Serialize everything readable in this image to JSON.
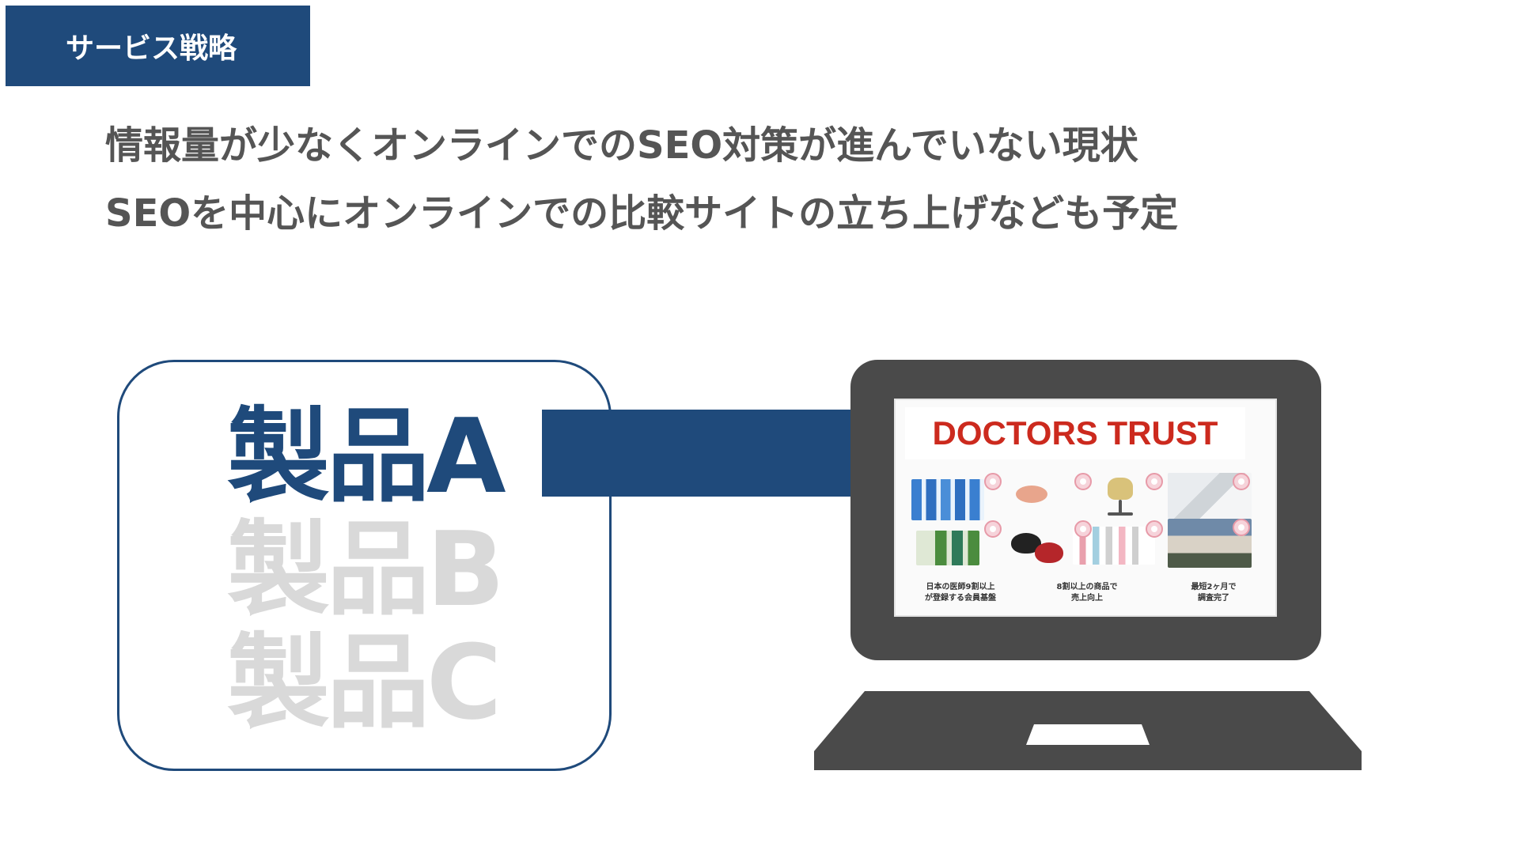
{
  "header": {
    "section_label": "サービス戦略"
  },
  "headline": {
    "line1": "情報量が少なくオンラインでのSEO対策が進んでいない現状",
    "line2": "SEOを中心にオンラインでの比較サイトの立ち上げなども予定"
  },
  "products": [
    {
      "label": "製品A",
      "color": "#1f4a7b"
    },
    {
      "label": "製品B",
      "color": "#d9d9d9"
    },
    {
      "label": "製品C",
      "color": "#d9d9d9"
    }
  ],
  "screen": {
    "brand": "DOCTORS TRUST",
    "brand_color": "#cc2a1e",
    "stats": [
      {
        "line1": "日本の医師9割以上",
        "line2": "が登録する会員基盤"
      },
      {
        "line1": "8割以上の商品で",
        "line2": "売上向上"
      },
      {
        "line1": "最短2ヶ月で",
        "line2": "調査完了"
      }
    ]
  },
  "colors": {
    "navy": "#1f4a7b",
    "laptop": "#4a4a4a",
    "muted_text": "#555555"
  }
}
